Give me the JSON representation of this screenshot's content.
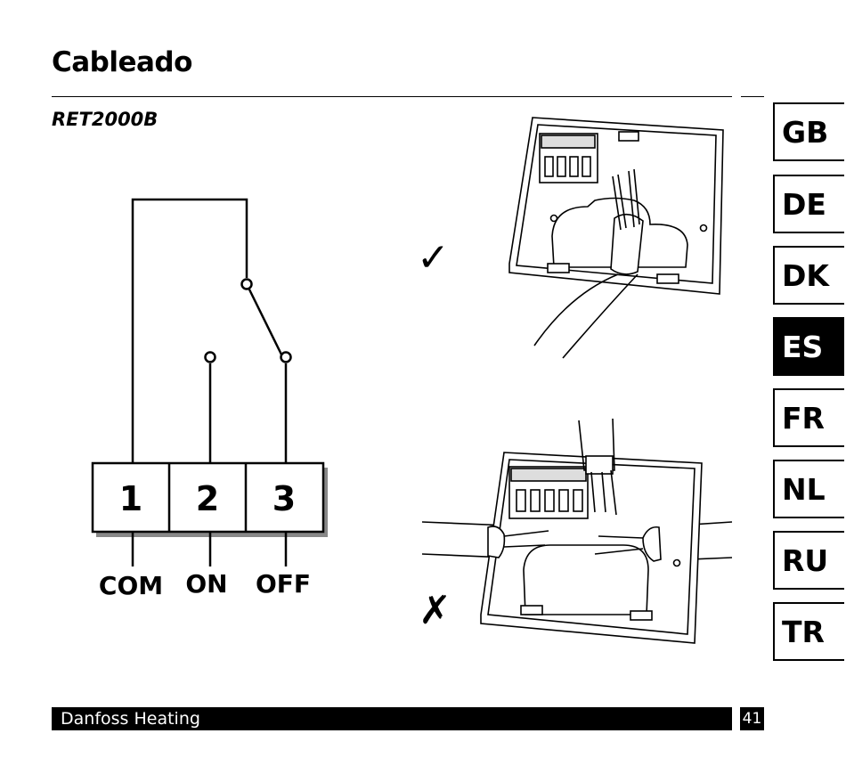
{
  "page": {
    "title": "Cableado",
    "model": "RET2000B",
    "footer_brand": "Danfoss Heating",
    "page_number": "41"
  },
  "wiring_diagram": {
    "terminals": [
      "1",
      "2",
      "3"
    ],
    "terminal_labels": [
      "COM",
      "ON",
      "OFF"
    ]
  },
  "installation_marks": {
    "correct": "✓",
    "incorrect": "✗"
  },
  "language_tabs": [
    {
      "code": "GB",
      "active": false
    },
    {
      "code": "DE",
      "active": false
    },
    {
      "code": "DK",
      "active": false
    },
    {
      "code": "ES",
      "active": true
    },
    {
      "code": "FR",
      "active": false
    },
    {
      "code": "NL",
      "active": false
    },
    {
      "code": "RU",
      "active": false
    },
    {
      "code": "TR",
      "active": false
    }
  ]
}
